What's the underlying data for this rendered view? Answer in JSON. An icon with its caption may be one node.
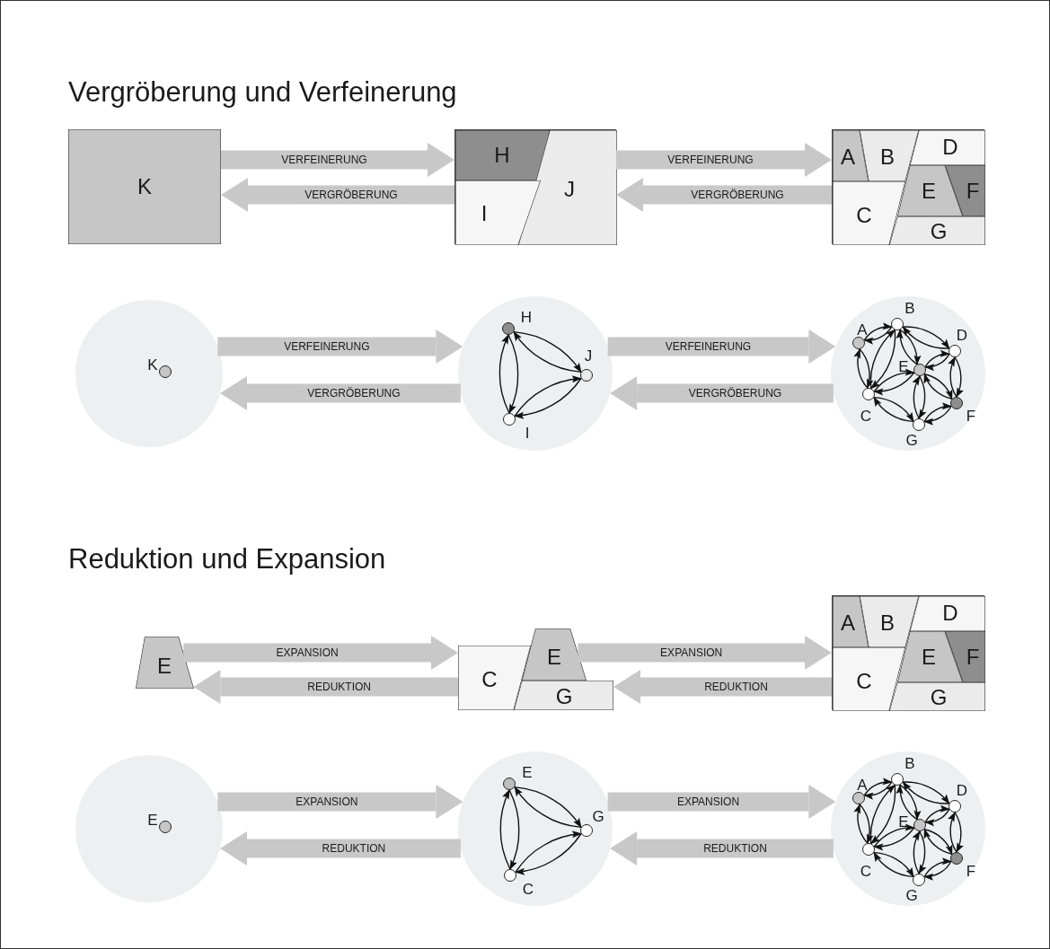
{
  "diagram": {
    "title": "Vergröberung und Verfeinerung",
    "nodes": [
      {
        "text": [
          "K"
        ]
      },
      {
        "text": [],
        "shape": "box"
      },
      {
        "text": [
          "H"
        ],
        "in": 1
      },
      {
        "text": [
          "I"
        ],
        "in": 1
      },
      {
        "text": [
          "J"
        ],
        "in": 1
      },
      {
        "text": [],
        "shape": "box"
      },
      {
        "text": [
          "A"
        ],
        "in": 5
      },
      {
        "text": [
          "B"
        ],
        "in": 5
      },
      {
        "text": [
          "C"
        ],
        "in": 5
      },
      {
        "text": [
          "D"
        ],
        "in": 5
      },
      {
        "text": [
          "E"
        ],
        "in": 5
      },
      {
        "text": [
          "F"
        ],
        "in": 5
      },
      {
        "text": [
          "G"
        ],
        "in": 5
      },
      {
        "text": [],
        "shape": "circle"
      },
      {
        "text": [
          "K"
        ],
        "in": 13
      },
      {
        "text": [],
        "shape": "circle"
      },
      {
        "text": [
          "H"
        ],
        "in": 15
      },
      {
        "text": [
          "I"
        ],
        "in": 15
      },
      {
        "text": [
          "J"
        ],
        "in": 15
      },
      {
        "text": [],
        "shape": "circle"
      },
      {
        "text": [
          "A"
        ],
        "in": 19
      },
      {
        "text": [
          "B"
        ],
        "in": 19
      },
      {
        "text": [
          "C"
        ],
        "in": 19
      },
      {
        "text": [
          "D"
        ],
        "in": 19
      },
      {
        "text": [
          "E"
        ],
        "in": 19
      },
      {
        "text": [
          "F"
        ],
        "in": 19
      },
      {
        "text": [
          "G"
        ],
        "in": 19
      },
      {
        "text": [
          "E"
        ]
      },
      {
        "text": [
          "C"
        ]
      },
      {
        "text": [
          "E"
        ]
      },
      {
        "text": [
          "G"
        ]
      },
      {
        "text": [],
        "shape": "box"
      },
      {
        "text": [
          "A"
        ],
        "in": 31
      },
      {
        "text": [
          "B"
        ],
        "in": 31
      },
      {
        "text": [
          "C"
        ],
        "in": 31
      },
      {
        "text": [
          "D"
        ],
        "in": 31
      },
      {
        "text": [
          "E"
        ],
        "in": 31
      },
      {
        "text": [
          "F"
        ],
        "in": 31
      },
      {
        "text": [
          "G"
        ],
        "in": 31
      },
      {
        "text": [],
        "shape": "circle"
      },
      {
        "text": [
          "E"
        ],
        "in": 39
      },
      {
        "text": [],
        "shape": "circle"
      },
      {
        "text": [
          "E"
        ],
        "in": 41
      },
      {
        "text": [
          "C"
        ],
        "in": 41
      },
      {
        "text": [
          "G"
        ],
        "in": 41
      },
      {
        "text": [],
        "shape": "circle"
      },
      {
        "text": [
          "A"
        ],
        "in": 45
      },
      {
        "text": [
          "B"
        ],
        "in": 45
      },
      {
        "text": [
          "C"
        ],
        "in": 45
      },
      {
        "text": [
          "D"
        ],
        "in": 45
      },
      {
        "text": [
          "E"
        ],
        "in": 45
      },
      {
        "text": [
          "F"
        ],
        "in": 45
      },
      {
        "text": [
          "G"
        ],
        "in": 45
      }
    ],
    "edges": [
      {
        "from": 0,
        "to": 1,
        "arrow": "to",
        "label": "VERFEINERUNG",
        "style": "thick",
        "color": "#c8c8c8"
      },
      {
        "from": 1,
        "to": 0,
        "arrow": "to",
        "label": "VERGRÖBERUNG",
        "style": "thick",
        "color": "#c8c8c8"
      },
      {
        "from": 1,
        "to": 5,
        "arrow": "to",
        "label": "VERFEINERUNG",
        "style": "thick",
        "color": "#c8c8c8"
      },
      {
        "from": 5,
        "to": 1,
        "arrow": "to",
        "label": "VERGRÖBERUNG",
        "style": "thick",
        "color": "#c8c8c8"
      },
      {
        "from": 13,
        "to": 15,
        "arrow": "to",
        "label": "VERFEINERUNG",
        "style": "thick",
        "color": "#c8c8c8"
      },
      {
        "from": 15,
        "to": 13,
        "arrow": "to",
        "label": "VERGRÖBERUNG",
        "style": "thick",
        "color": "#c8c8c8"
      },
      {
        "from": 15,
        "to": 19,
        "arrow": "to",
        "label": "VERFEINERUNG",
        "style": "thick",
        "color": "#c8c8c8"
      },
      {
        "from": 19,
        "to": 15,
        "arrow": "to",
        "label": "VERGRÖBERUNG",
        "style": "thick",
        "color": "#c8c8c8"
      },
      {
        "from": 27,
        "to": 28,
        "arrow": "to",
        "label": "EXPANSION",
        "style": "thick",
        "color": "#c8c8c8"
      },
      {
        "from": 28,
        "to": 27,
        "arrow": "to",
        "label": "REDUKTION",
        "style": "thick",
        "color": "#c8c8c8"
      },
      {
        "from": 29,
        "to": 31,
        "arrow": "to",
        "label": "EXPANSION",
        "style": "thick",
        "color": "#c8c8c8"
      },
      {
        "from": 31,
        "to": 30,
        "arrow": "to",
        "label": "REDUKTION",
        "style": "thick",
        "color": "#c8c8c8"
      },
      {
        "from": 39,
        "to": 41,
        "arrow": "to",
        "label": "EXPANSION",
        "style": "thick",
        "color": "#c8c8c8"
      },
      {
        "from": 41,
        "to": 39,
        "arrow": "to",
        "label": "REDUKTION",
        "style": "thick",
        "color": "#c8c8c8"
      },
      {
        "from": 41,
        "to": 45,
        "arrow": "to",
        "label": "EXPANSION",
        "style": "thick",
        "color": "#c8c8c8"
      },
      {
        "from": 45,
        "to": 41,
        "arrow": "to",
        "label": "REDUKTION",
        "style": "thick",
        "color": "#c8c8c8"
      },
      {
        "from": 16,
        "to": 17,
        "arrow": "to"
      },
      {
        "from": 17,
        "to": 16,
        "arrow": "to"
      },
      {
        "from": 16,
        "to": 18,
        "arrow": "to"
      },
      {
        "from": 18,
        "to": 16,
        "arrow": "to"
      },
      {
        "from": 17,
        "to": 18,
        "arrow": "to"
      },
      {
        "from": 18,
        "to": 17,
        "arrow": "to"
      },
      {
        "from": 20,
        "to": 21,
        "arrow": "to"
      },
      {
        "from": 21,
        "to": 20,
        "arrow": "to"
      },
      {
        "from": 20,
        "to": 22,
        "arrow": "to"
      },
      {
        "from": 22,
        "to": 20,
        "arrow": "to"
      },
      {
        "from": 21,
        "to": 22,
        "arrow": "to"
      },
      {
        "from": 22,
        "to": 21,
        "arrow": "to"
      },
      {
        "from": 21,
        "to": 23,
        "arrow": "to"
      },
      {
        "from": 23,
        "to": 21,
        "arrow": "to"
      },
      {
        "from": 21,
        "to": 24,
        "arrow": "to"
      },
      {
        "from": 24,
        "to": 21,
        "arrow": "to"
      },
      {
        "from": 22,
        "to": 24,
        "arrow": "to"
      },
      {
        "from": 24,
        "to": 22,
        "arrow": "to"
      },
      {
        "from": 22,
        "to": 26,
        "arrow": "to"
      },
      {
        "from": 26,
        "to": 22,
        "arrow": "to"
      },
      {
        "from": 23,
        "to": 24,
        "arrow": "to"
      },
      {
        "from": 24,
        "to": 23,
        "arrow": "to"
      },
      {
        "from": 23,
        "to": 25,
        "arrow": "to"
      },
      {
        "from": 25,
        "to": 23,
        "arrow": "to"
      },
      {
        "from": 24,
        "to": 25,
        "arrow": "to"
      },
      {
        "from": 25,
        "to": 24,
        "arrow": "to"
      },
      {
        "from": 24,
        "to": 26,
        "arrow": "to"
      },
      {
        "from": 26,
        "to": 24,
        "arrow": "to"
      },
      {
        "from": 25,
        "to": 26,
        "arrow": "to"
      },
      {
        "from": 26,
        "to": 25,
        "arrow": "to"
      },
      {
        "from": 42,
        "to": 43,
        "arrow": "to"
      },
      {
        "from": 43,
        "to": 42,
        "arrow": "to"
      },
      {
        "from": 42,
        "to": 44,
        "arrow": "to"
      },
      {
        "from": 44,
        "to": 42,
        "arrow": "to"
      },
      {
        "from": 43,
        "to": 44,
        "arrow": "to"
      },
      {
        "from": 44,
        "to": 43,
        "arrow": "to"
      },
      {
        "from": 46,
        "to": 47,
        "arrow": "to"
      },
      {
        "from": 47,
        "to": 46,
        "arrow": "to"
      },
      {
        "from": 46,
        "to": 48,
        "arrow": "to"
      },
      {
        "from": 48,
        "to": 46,
        "arrow": "to"
      },
      {
        "from": 47,
        "to": 48,
        "arrow": "to"
      },
      {
        "from": 48,
        "to": 47,
        "arrow": "to"
      },
      {
        "from": 47,
        "to": 49,
        "arrow": "to"
      },
      {
        "from": 49,
        "to": 47,
        "arrow": "to"
      },
      {
        "from": 47,
        "to": 50,
        "arrow": "to"
      },
      {
        "from": 50,
        "to": 47,
        "arrow": "to"
      },
      {
        "from": 48,
        "to": 50,
        "arrow": "to"
      },
      {
        "from": 50,
        "to": 48,
        "arrow": "to"
      },
      {
        "from": 48,
        "to": 52,
        "arrow": "to"
      },
      {
        "from": 52,
        "to": 48,
        "arrow": "to"
      },
      {
        "from": 49,
        "to": 50,
        "arrow": "to"
      },
      {
        "from": 50,
        "to": 49,
        "arrow": "to"
      },
      {
        "from": 49,
        "to": 51,
        "arrow": "to"
      },
      {
        "from": 51,
        "to": 49,
        "arrow": "to"
      },
      {
        "from": 50,
        "to": 51,
        "arrow": "to"
      },
      {
        "from": 51,
        "to": 50,
        "arrow": "to"
      },
      {
        "from": 50,
        "to": 52,
        "arrow": "to"
      },
      {
        "from": 52,
        "to": 50,
        "arrow": "to"
      },
      {
        "from": 51,
        "to": 52,
        "arrow": "to"
      },
      {
        "from": 52,
        "to": 51,
        "arrow": "to"
      }
    ],
    "labels": [
      "Reduktion und Expansion"
    ]
  }
}
